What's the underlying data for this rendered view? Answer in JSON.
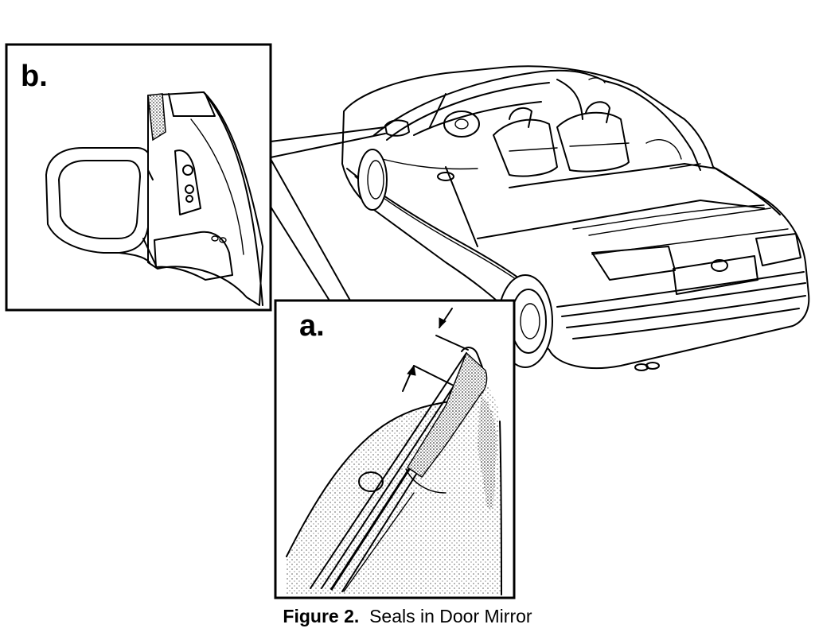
{
  "figure": {
    "caption_label": "Figure 2.",
    "caption_text": "Seals in Door Mirror",
    "panel_a_label": "a.",
    "panel_b_label": "b."
  }
}
